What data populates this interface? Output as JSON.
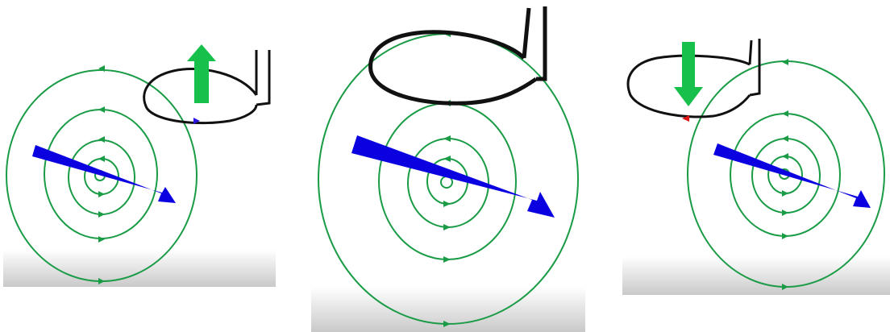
{
  "colors": {
    "background": "#ffffff",
    "field_line": "#1a9b46",
    "current_arrow": "#0a00e0",
    "coil": "#111111",
    "induced_field_arrow": "#16c04a",
    "direction_marker_panel1": "#2a14e0",
    "direction_marker_panel3": "#e01414",
    "floor_gradient_top": "#ffffff",
    "floor_gradient_bottom": "#c9c9c9"
  },
  "panels": [
    {
      "id": "panel-left",
      "field_circles": 5,
      "coil_present": true,
      "induced_field_arrow": "up",
      "coil_current_marker": "blue-arrowhead"
    },
    {
      "id": "panel-middle",
      "field_circles": 5,
      "coil_present": true,
      "induced_field_arrow": "none",
      "coil_current_marker": "none"
    },
    {
      "id": "panel-right",
      "field_circles": 5,
      "coil_present": true,
      "induced_field_arrow": "down",
      "coil_current_marker": "red-arrowhead"
    }
  ]
}
